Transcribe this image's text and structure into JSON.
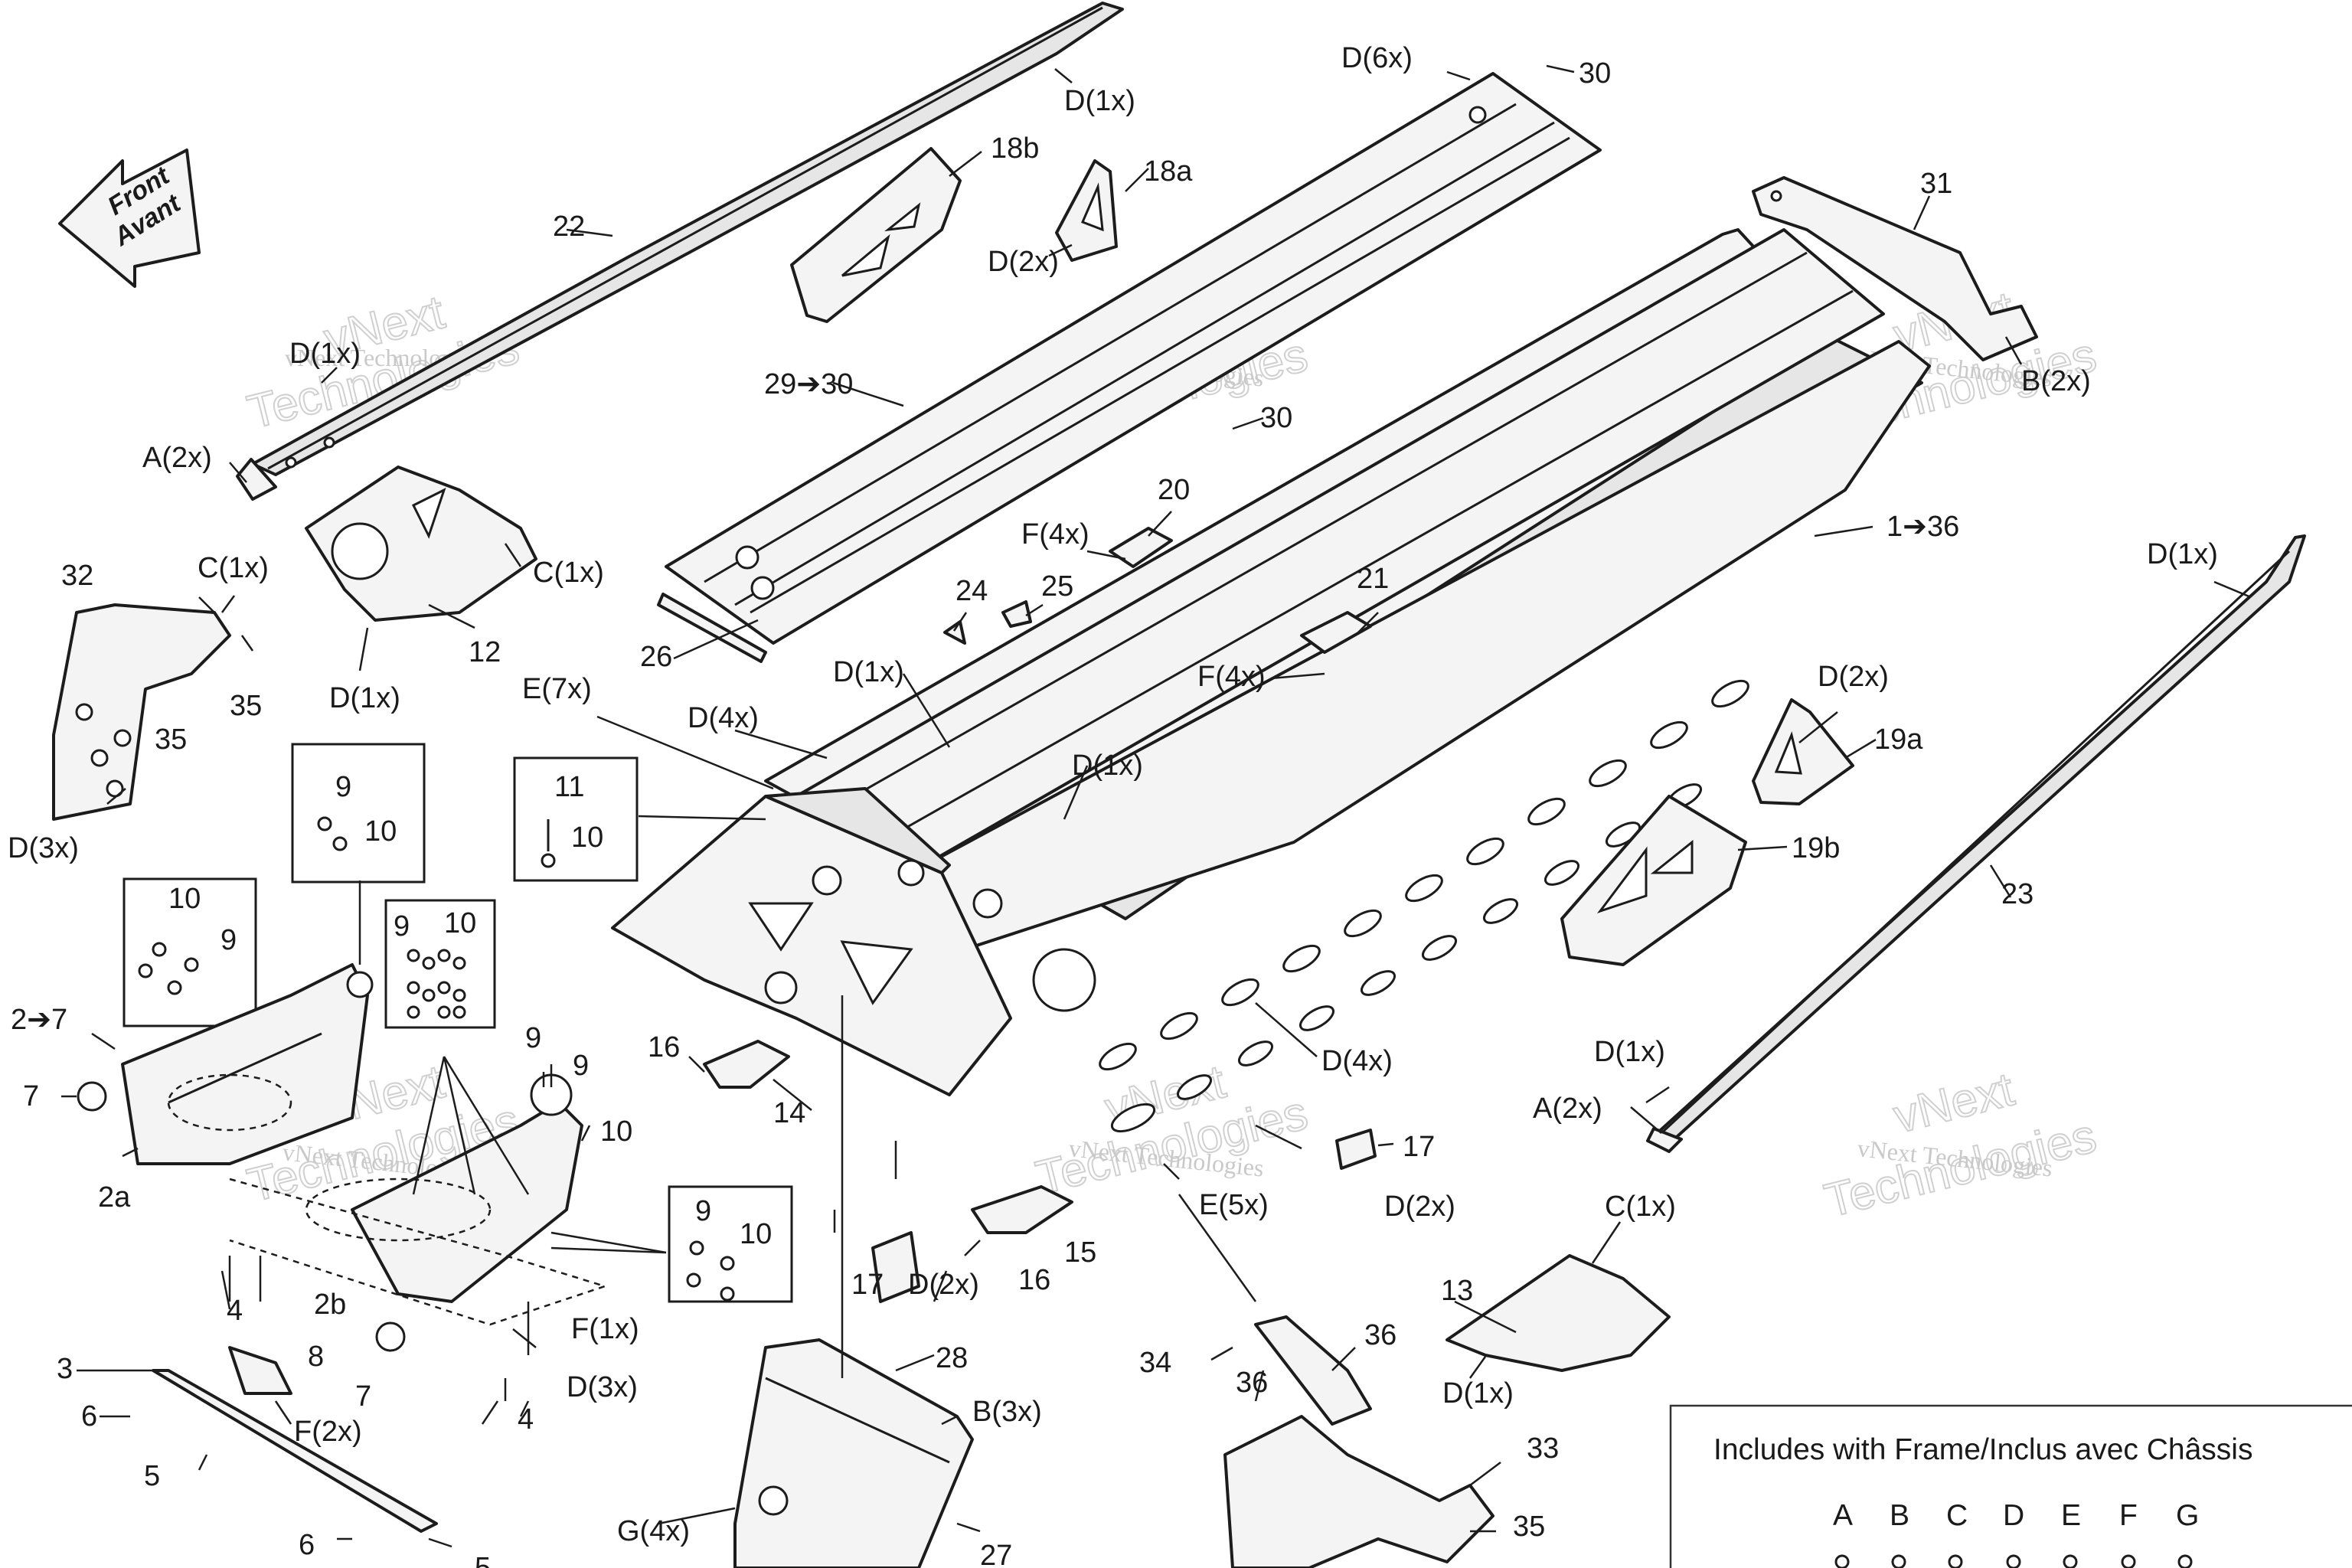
{
  "front_arrow": {
    "line1": "Front",
    "line2": "Avant"
  },
  "watermark": {
    "line1": "vNext Technologies",
    "line2": "vNext",
    "line3": "Technologies"
  },
  "legend": {
    "title": "Includes with Frame/Inclus avec Châssis",
    "letters": [
      "A",
      "B",
      "C",
      "D",
      "E",
      "F",
      "G"
    ]
  },
  "callouts": [
    "D(1x)",
    "22",
    "18b",
    "18a",
    "D(2x)",
    "D(6x)",
    "30",
    "31",
    "D(1x)",
    "A(2x)",
    "29➔30",
    "30",
    "B(2x)",
    "20",
    "F(4x)",
    "1➔36",
    "32",
    "C(1x)",
    "C(1x)",
    "35",
    "12",
    "D(1x)",
    "24",
    "25",
    "21",
    "F(4x)",
    "26",
    "D(1x)",
    "D(1x)",
    "35",
    "E(7x)",
    "D(4x)",
    "D(2x)",
    "19a",
    "9",
    "10",
    "11",
    "10",
    "D(1x)",
    "D(3x)",
    "19b",
    "23",
    "10",
    "9",
    "9",
    "10",
    "2➔7",
    "9",
    "9",
    "16",
    "7",
    "10",
    "14",
    "D(4x)",
    "D(1x)",
    "A(2x)",
    "2a",
    "17",
    "D(2x)",
    "E(5x)",
    "9",
    "10",
    "17",
    "D(2x)",
    "16",
    "15",
    "C(1x)",
    "4",
    "2b",
    "F(1x)",
    "13",
    "D(1x)",
    "3",
    "8",
    "36",
    "34",
    "7",
    "D(3x)",
    "28",
    "36",
    "6",
    "F(2x)",
    "4",
    "B(3x)",
    "5",
    "33",
    "G(4x)",
    "6",
    "27",
    "35",
    "5"
  ]
}
